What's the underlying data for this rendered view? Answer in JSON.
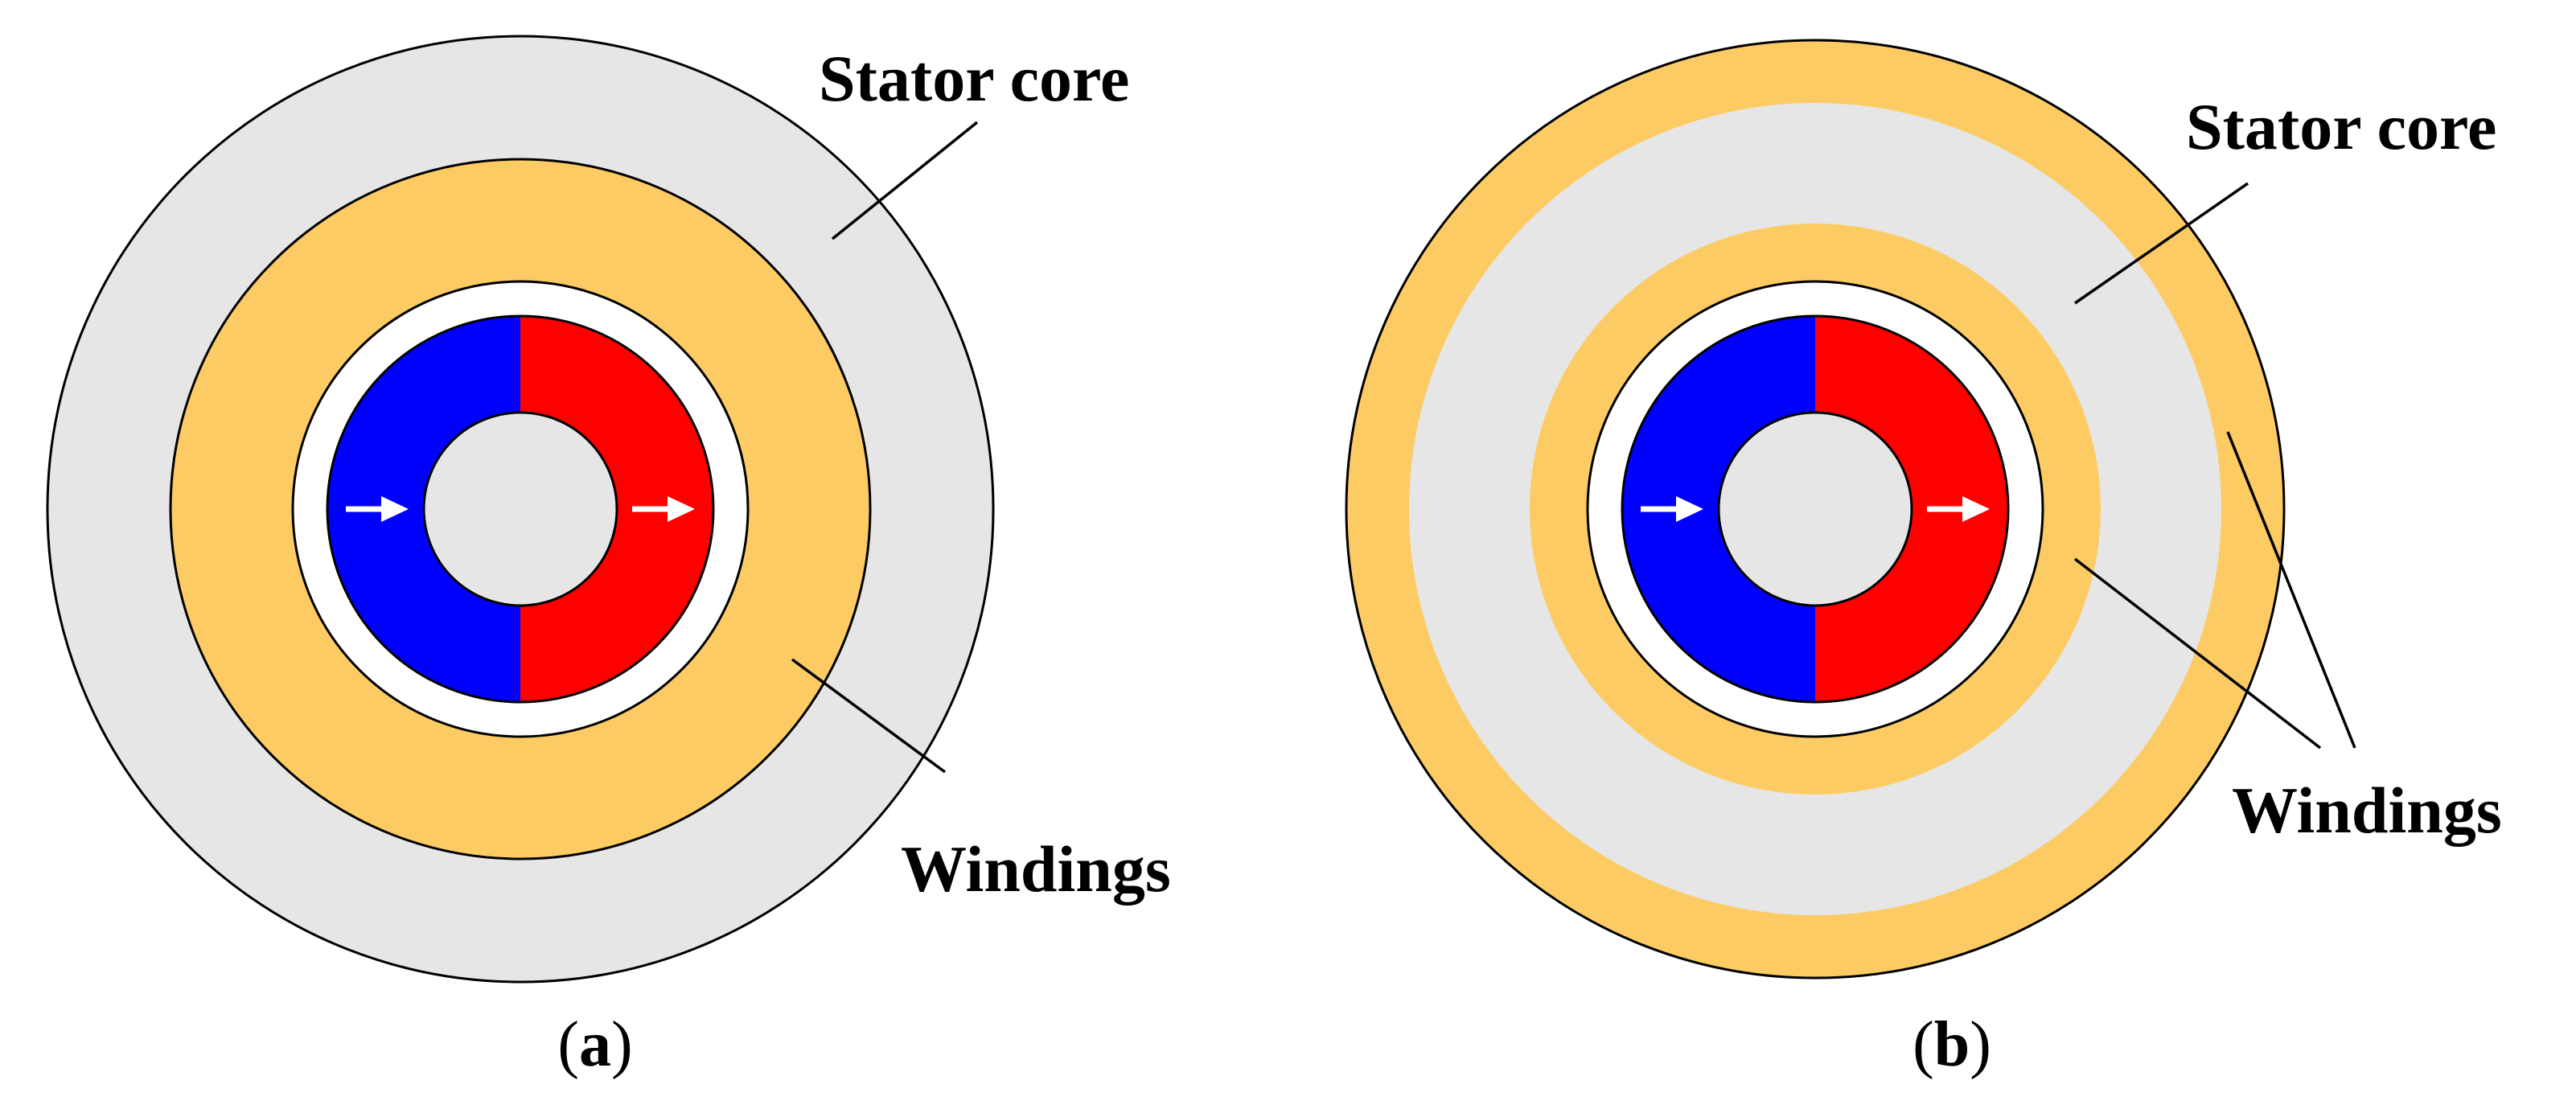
{
  "colors": {
    "stator_core": "#e6e6e6",
    "windings": "#fdcb64",
    "magnet_left": "#0000ff",
    "magnet_right": "#ff0000",
    "air_gap": "#ffffff",
    "shaft": "#e6e6e6",
    "outline": "#000000",
    "arrow": "#ffffff"
  },
  "panel_a": {
    "stator_core_label": "Stator core",
    "windings_label": "Windings",
    "caption_open": "(",
    "caption_letter": "a",
    "caption_close": ")"
  },
  "panel_b": {
    "stator_core_label": "Stator core",
    "windings_label": "Windings",
    "caption_open": "(",
    "caption_letter": "b",
    "caption_close": ")"
  }
}
